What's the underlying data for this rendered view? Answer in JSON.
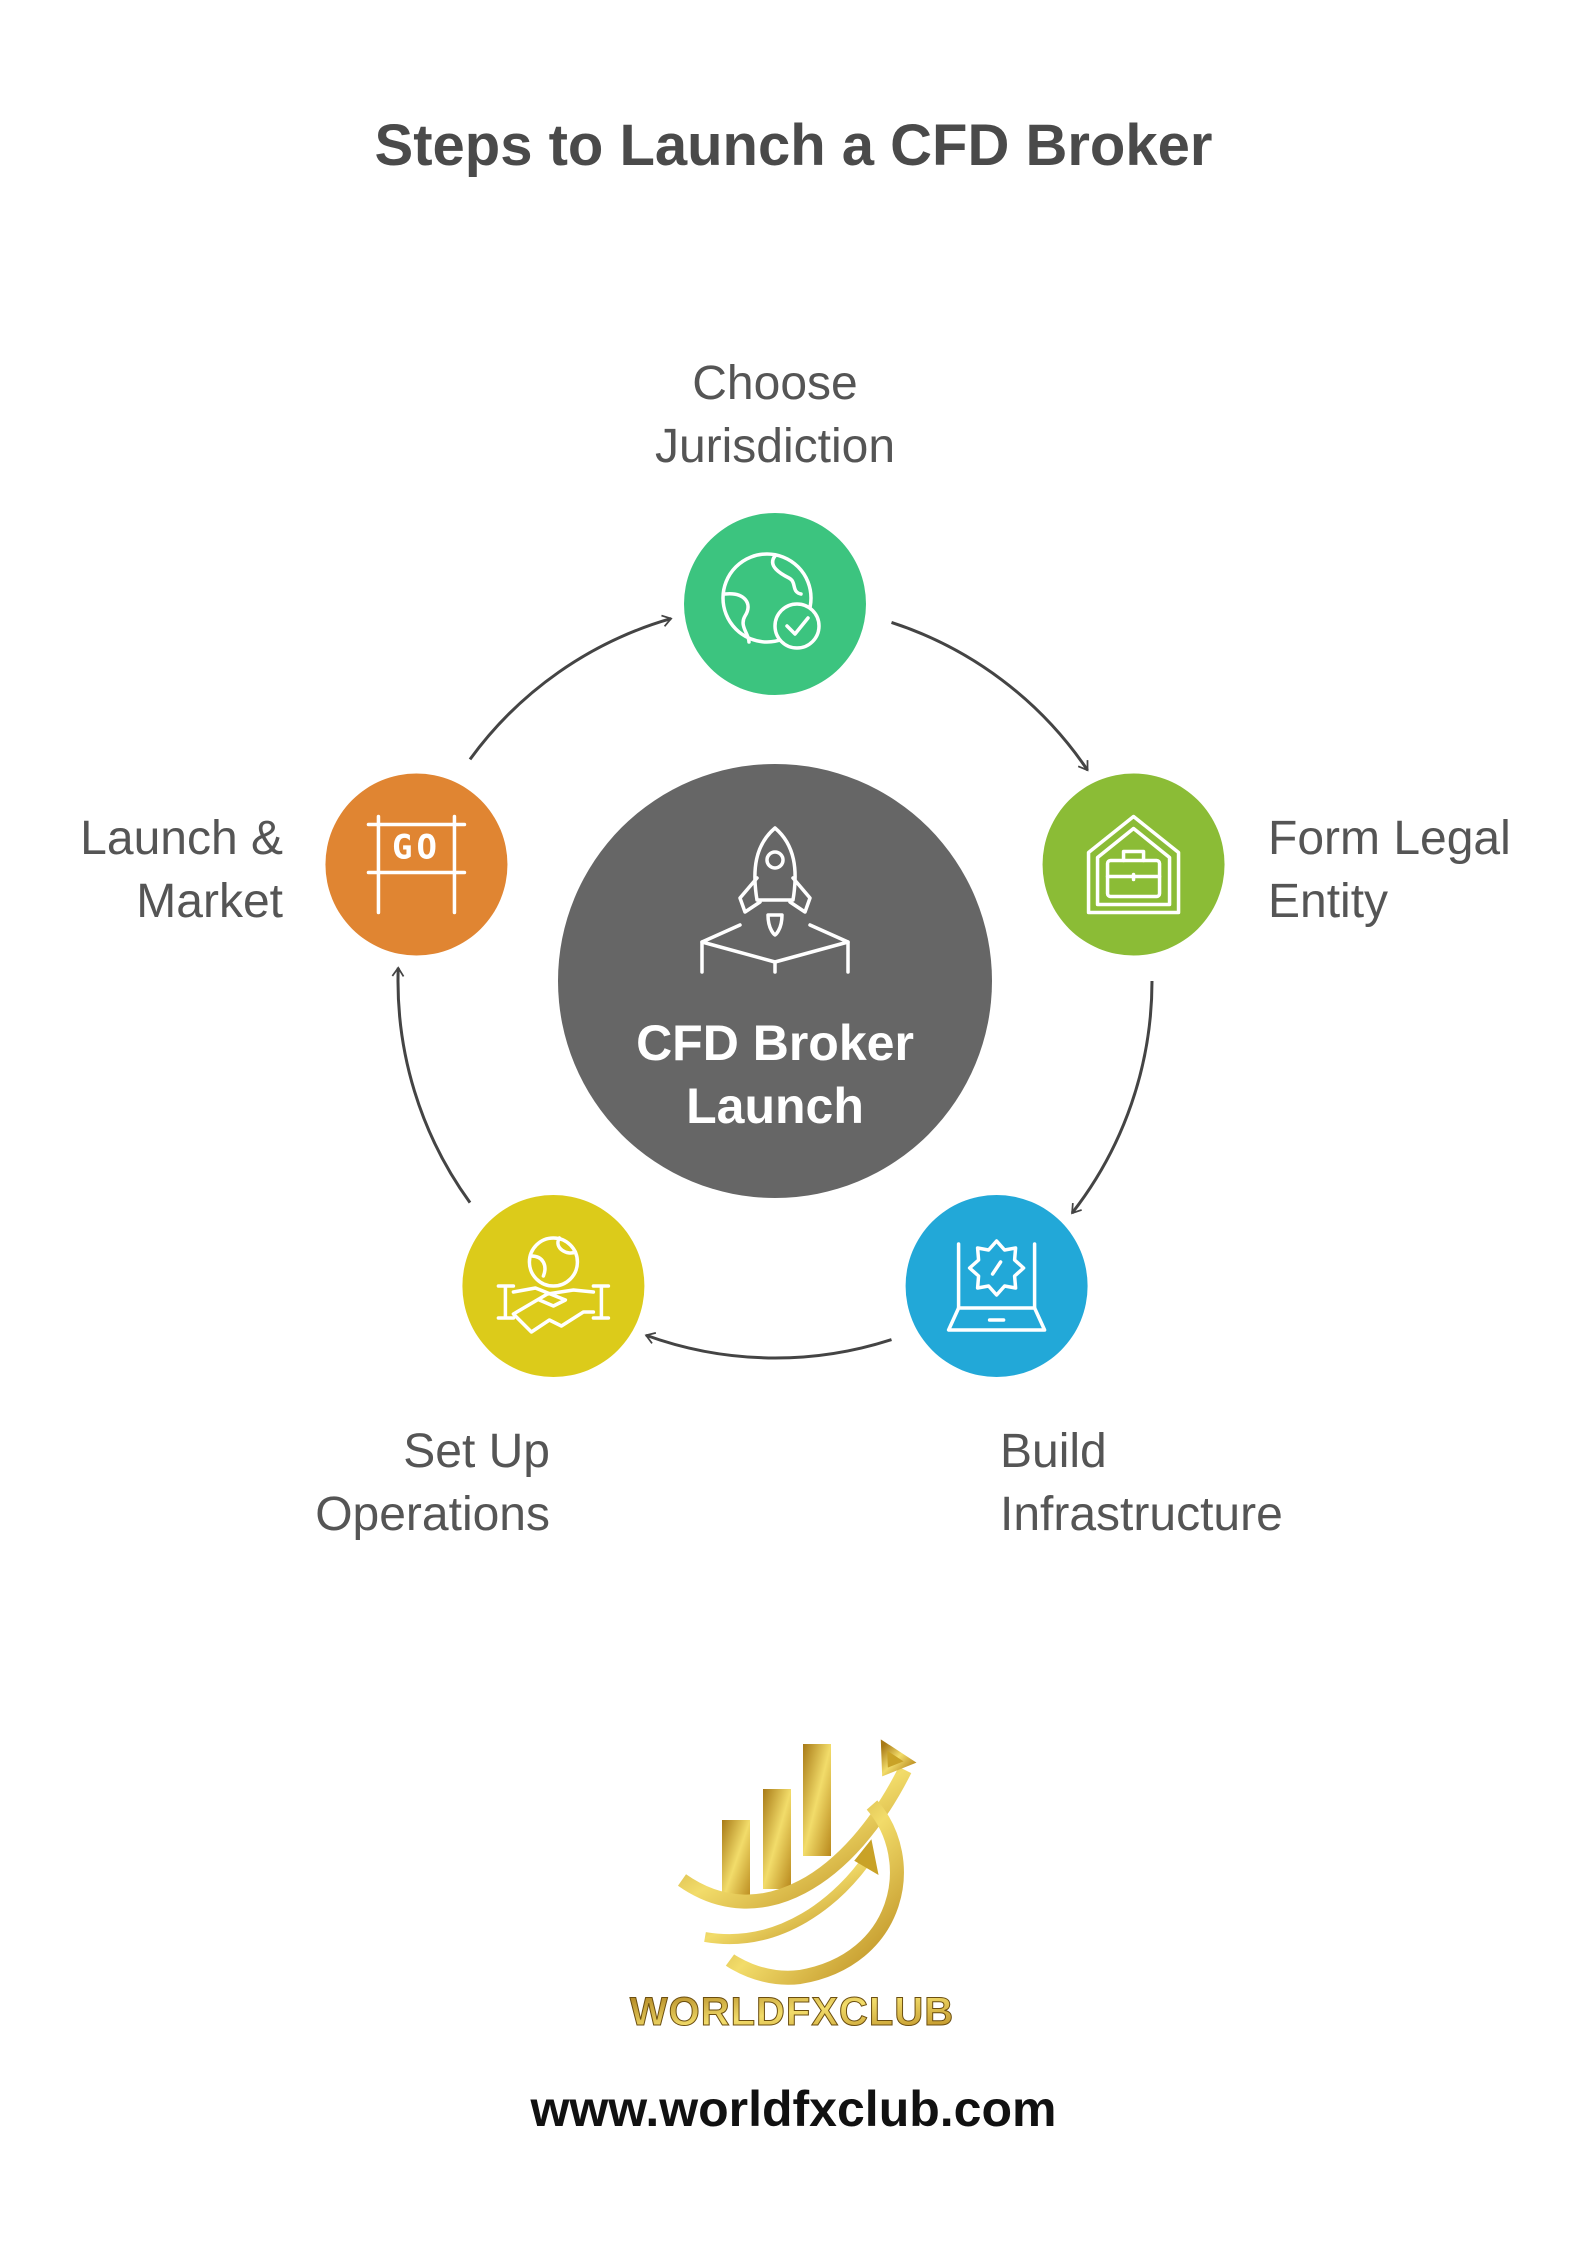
{
  "title": "Steps to Launch a CFD Broker",
  "center": {
    "line1": "CFD Broker",
    "line2": "Launch",
    "color": "#666666",
    "icon": "rocket-icon"
  },
  "steps": [
    {
      "line1": "Choose",
      "line2": "Jurisdiction",
      "color": "#3cc47f",
      "icon": "globe-check-icon"
    },
    {
      "line1": "Form Legal",
      "line2": "Entity",
      "color": "#8bbc36",
      "icon": "building-briefcase-icon"
    },
    {
      "line1": "Build",
      "line2": "Infrastructure",
      "color": "#22a8d8",
      "icon": "laptop-gear-icon"
    },
    {
      "line1": "Set Up",
      "line2": "Operations",
      "color": "#dccb1a",
      "icon": "handshake-globe-icon"
    },
    {
      "line1": "Launch &",
      "line2": "Market",
      "color": "#e08532",
      "icon": "go-sign-icon",
      "sign_text": "GO"
    }
  ],
  "logo": {
    "text": "WORLDFXCLUB",
    "color": "#c9a227"
  },
  "url": "www.worldfxclub.com"
}
